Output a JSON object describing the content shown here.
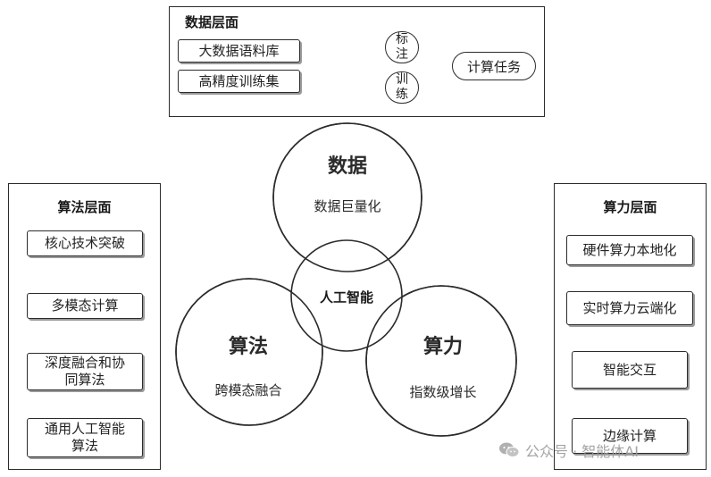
{
  "data_layer": {
    "title": "数据层面",
    "items": [
      "大数据语料库",
      "高精度训练集"
    ],
    "mark_top": "标\n注",
    "mark_bottom": "训\n练",
    "target": "计算任务"
  },
  "algorithm_layer": {
    "title": "算法层面",
    "steps": [
      "核心技术突破",
      "多模态计算",
      "深度融合和协\n同算法",
      "通用人工智能\n算法"
    ]
  },
  "compute_layer": {
    "title": "算力层面",
    "items": [
      "硬件算力本地化",
      "实时算力云端化",
      "智能交互",
      "边缘计算"
    ]
  },
  "venn": {
    "center": "人工智能",
    "data": {
      "title": "数据",
      "sub": "数据巨量化"
    },
    "algorithm": {
      "title": "算法",
      "sub": "跨模态融合"
    },
    "compute": {
      "title": "算力",
      "sub": "指数级增长"
    }
  },
  "watermark": {
    "text": "公众号 · 智能体AI",
    "icon": "wechat-icon"
  }
}
